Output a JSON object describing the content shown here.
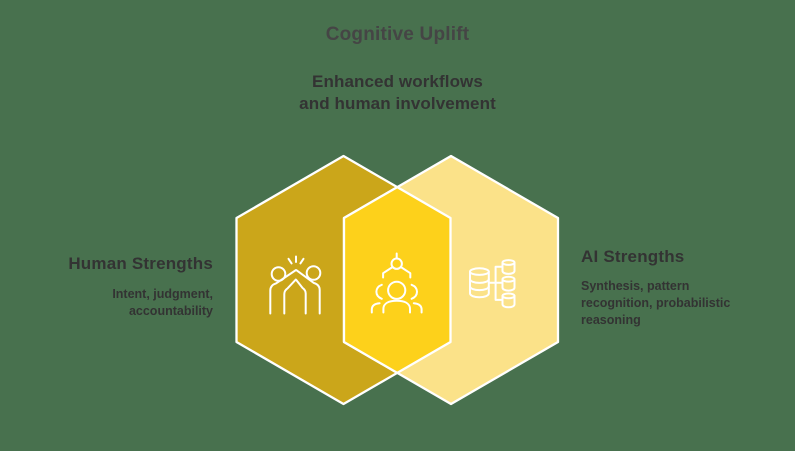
{
  "colors": {
    "background": "#48714e",
    "hex_left": "#cba61a",
    "hex_overlap": "#fdd11b",
    "hex_right": "#fbe289",
    "border": "#ffffff",
    "title_text": "#454545",
    "body_text": "#333333"
  },
  "header": {
    "title": "Cognitive Uplift",
    "subtitle_line1": "Enhanced workflows",
    "subtitle_line2": "and human involvement"
  },
  "left_section": {
    "heading": "Human Strengths",
    "caption_line1": "Intent, judgment,",
    "caption_line2": "accountability",
    "icon": "high-five-icon"
  },
  "center_section": {
    "icon": "human-ai-collaboration-icon"
  },
  "right_section": {
    "heading": "AI Strengths",
    "caption_line1": "Synthesis, pattern",
    "caption_line2": "recognition, probabilistic",
    "caption_line3": "reasoning",
    "icon": "database-branch-icon"
  }
}
